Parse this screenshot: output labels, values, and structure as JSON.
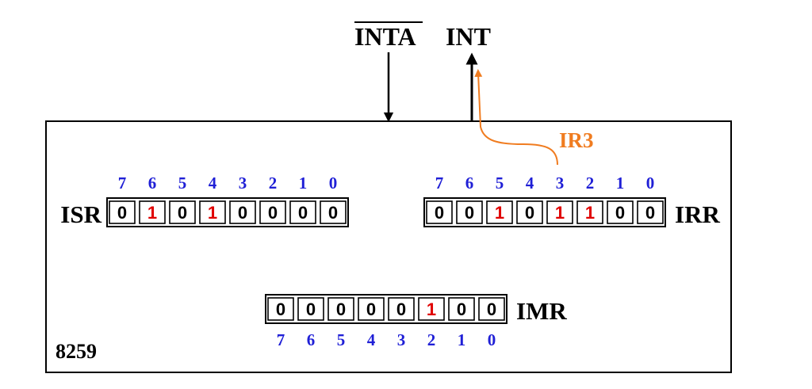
{
  "signals": {
    "inta": "INTA",
    "int": "INT",
    "ir_line": "IR3"
  },
  "chip_label": "8259",
  "registers": {
    "isr": {
      "label": "ISR",
      "bit_numbers": [
        "7",
        "6",
        "5",
        "4",
        "3",
        "2",
        "1",
        "0"
      ],
      "bits": [
        "0",
        "1",
        "0",
        "1",
        "0",
        "0",
        "0",
        "0"
      ]
    },
    "irr": {
      "label": "IRR",
      "bit_numbers": [
        "7",
        "6",
        "5",
        "4",
        "3",
        "2",
        "1",
        "0"
      ],
      "bits": [
        "0",
        "0",
        "1",
        "0",
        "1",
        "1",
        "0",
        "0"
      ]
    },
    "imr": {
      "label": "IMR",
      "bit_numbers": [
        "7",
        "6",
        "5",
        "4",
        "3",
        "2",
        "1",
        "0"
      ],
      "bits": [
        "0",
        "0",
        "0",
        "0",
        "0",
        "1",
        "0",
        "0"
      ]
    }
  },
  "colors": {
    "outline": "#000000",
    "bit_number": "#1f1fd6",
    "bit_set": "#e00000",
    "bit_clear": "#000000",
    "ir_signal": "#f07c20"
  }
}
